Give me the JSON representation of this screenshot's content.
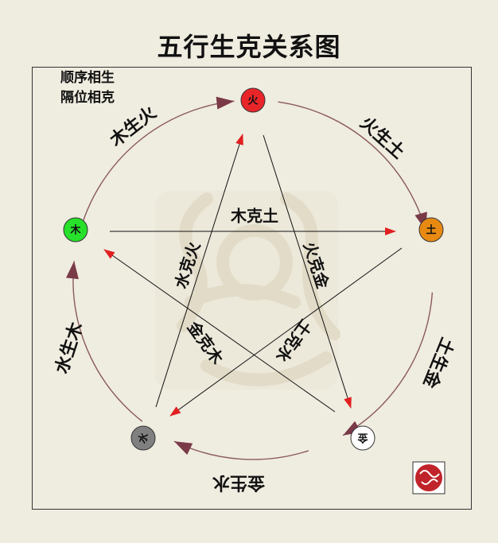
{
  "title": "五行生克关系图",
  "legend": {
    "line1": "顺序相生",
    "line2": "隔位相克"
  },
  "elements": {
    "fire": {
      "label": "火",
      "color": "#e8262a",
      "text_color": "#111111"
    },
    "earth": {
      "label": "土",
      "color": "#e88a12",
      "text_color": "#111111"
    },
    "metal": {
      "label": "金",
      "color": "#ffffff",
      "text_color": "#111111"
    },
    "water": {
      "label": "水",
      "color": "#808080",
      "text_color": "#111111"
    },
    "wood": {
      "label": "木",
      "color": "#27e02a",
      "text_color": "#111111"
    }
  },
  "generating": {
    "wood_fire": "木生火",
    "fire_earth": "火生土",
    "earth_metal": "土生金",
    "metal_water": "金生水",
    "water_wood": "水生木"
  },
  "overcoming": {
    "wood_earth": "木克土",
    "fire_metal": "火克金",
    "earth_water": "土克水",
    "metal_wood": "金克木",
    "water_fire": "水克火"
  },
  "colors": {
    "background": "#efece0",
    "frame": "#333333",
    "cycle_arc": "#8a5a5a",
    "cycle_arrow": "#7a3a48",
    "control_line": "#111111",
    "control_arrow": "#e02020",
    "watermark": "#d8ceb4",
    "seal": "#c0242a"
  }
}
